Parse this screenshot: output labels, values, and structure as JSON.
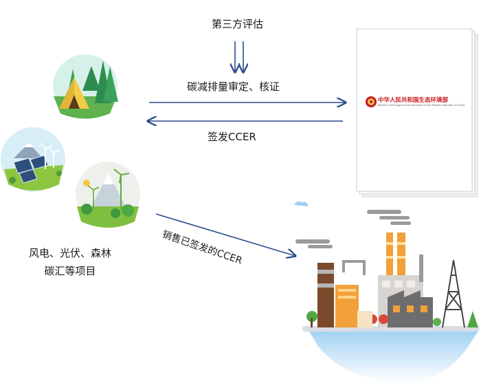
{
  "labels": {
    "third_party": "第三方评估",
    "verification": "碳减排量审定、核证",
    "issue": "签发CCER",
    "sale": "销售已签发的CCER"
  },
  "projects_caption": {
    "line1": "风电、光伏、森林",
    "line2": "碳汇等项目"
  },
  "document": {
    "org_name": "中华人民共和国生态环境部",
    "org_name_en": "Ministry of Ecology and Environment of the People's Republic of China"
  },
  "colors": {
    "arrow": "#2a4a8c",
    "seal_red": "#c8161d"
  }
}
